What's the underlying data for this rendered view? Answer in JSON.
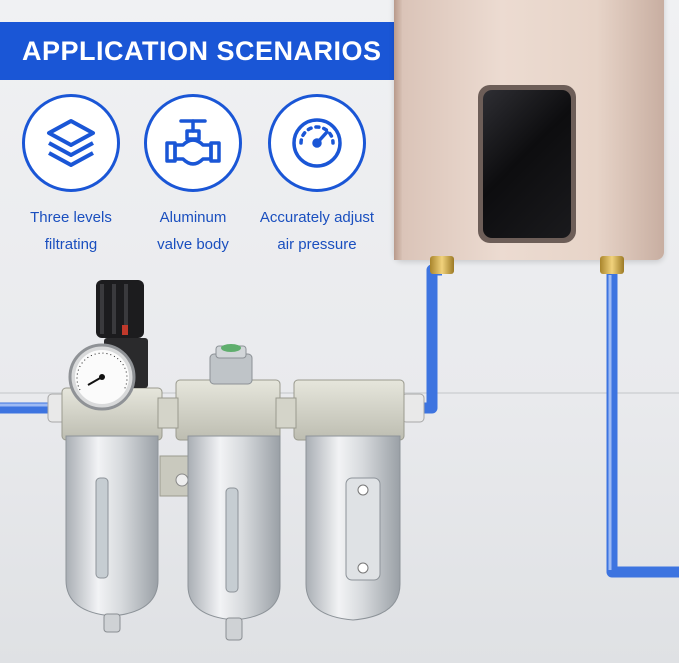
{
  "banner": {
    "title": "APPLICATION SCENARIOS"
  },
  "features": [
    {
      "icon": "layers-icon",
      "line1": "Three levels",
      "line2": "filtrating"
    },
    {
      "icon": "valve-icon",
      "line1": "Aluminum",
      "line2": "valve body"
    },
    {
      "icon": "gauge-icon",
      "line1": "Accurately adjust",
      "line2": "air pressure"
    }
  ],
  "colors": {
    "accent": "#1a56d6",
    "label": "#1a4fbf",
    "pipe": "#3d74e0",
    "heater": "#e7d4c8"
  }
}
